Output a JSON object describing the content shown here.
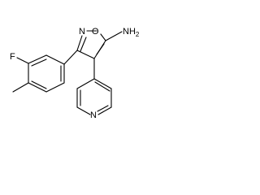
{
  "molecule": {
    "atoms": {
      "O": "O",
      "N_isoxazole": "N",
      "NH2": "NH",
      "NH2_sub": "2",
      "F": "F",
      "N_pyridine": "N"
    }
  }
}
